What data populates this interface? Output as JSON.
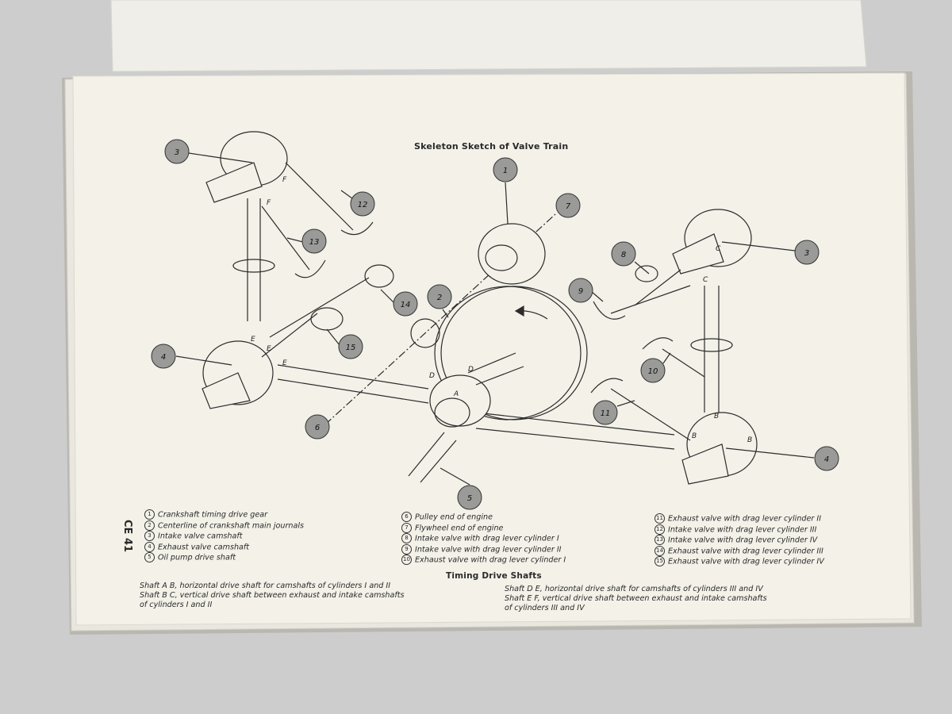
{
  "title": "Skeleton Sketch of Valve Train",
  "page_code": "CE 41",
  "callouts": [
    "1",
    "2",
    "3",
    "4",
    "5",
    "6",
    "7",
    "8",
    "9",
    "10",
    "11",
    "12",
    "13",
    "14",
    "15"
  ],
  "shaft_letters": [
    "A",
    "B",
    "C",
    "D",
    "E",
    "F"
  ],
  "legend": {
    "column1": [
      {
        "n": "1",
        "text": "Crankshaft timing drive gear"
      },
      {
        "n": "2",
        "text": "Centerline of crankshaft main journals"
      },
      {
        "n": "3",
        "text": "Intake valve camshaft"
      },
      {
        "n": "4",
        "text": "Exhaust valve camshaft"
      },
      {
        "n": "5",
        "text": "Oil pump drive shaft"
      }
    ],
    "column2": [
      {
        "n": "6",
        "text": "Pulley end of engine"
      },
      {
        "n": "7",
        "text": "Flywheel end of engine"
      },
      {
        "n": "8",
        "text": "Intake valve with drag lever cylinder I"
      },
      {
        "n": "9",
        "text": "Intake valve with drag lever cylinder II"
      },
      {
        "n": "10",
        "text": "Exhaust valve with drag lever cylinder I"
      }
    ],
    "column3": [
      {
        "n": "11",
        "text": "Exhaust valve with drag lever cylinder II"
      },
      {
        "n": "12",
        "text": "Intake valve with drag lever cylinder III"
      },
      {
        "n": "13",
        "text": "Intake valve with drag lever cylinder IV"
      },
      {
        "n": "14",
        "text": "Exhaust valve with drag lever cylinder III"
      },
      {
        "n": "15",
        "text": "Exhaust valve with drag lever cylinder IV"
      }
    ]
  },
  "timing": {
    "heading": "Timing Drive Shafts",
    "left": [
      "Shaft A B, horizontal drive shaft for camshafts of cylinders I and II",
      "Shaft B C, vertical drive shaft between exhaust and intake camshafts",
      "of cylinders I and II"
    ],
    "right": [
      "Shaft D E, horizontal drive shaft for camshafts of cylinders III and IV",
      "Shaft E F, vertical drive shaft between exhaust and intake camshafts",
      "of cylinders III and IV"
    ]
  }
}
